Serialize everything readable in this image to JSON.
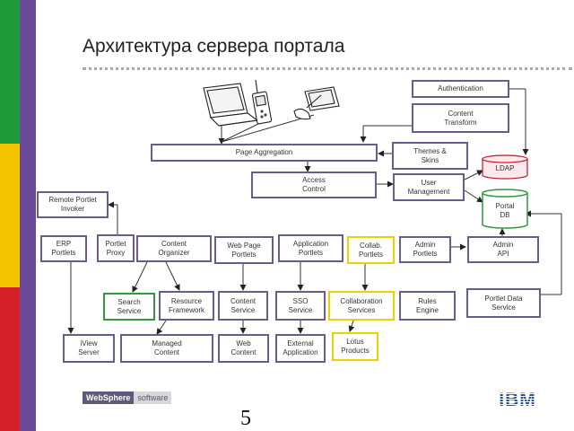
{
  "slide": {
    "title": "Архитектура сервера портала",
    "page_number": "5",
    "footer_brand_bold": "WebSphere",
    "footer_brand_rest": "software",
    "logo_text": "IBM"
  },
  "colors": {
    "strip_green": "#1e9a3a",
    "strip_yellow": "#f5c400",
    "strip_red": "#d3202a",
    "accent_purple": "#6b4a9a",
    "box_border": "#6d5a8e",
    "highlight_yellow": "#f0d000",
    "highlight_green": "#2e9a3c",
    "ibm_blue": "#1f4fa0"
  },
  "devices": [
    "laptop-icon",
    "handheld-icon",
    "pen-tablet-icon"
  ],
  "boxes": {
    "authentication": "Authentication",
    "content_transform": "Content\nTransform",
    "page_aggregation": "Page Aggregation",
    "themes_skins": "Themes &\nSkins",
    "access_control": "Access\nControl",
    "user_management": "User\nManagement",
    "ldap": "LDAP",
    "portal_db": "Portal\nDB",
    "remote_portlet_invoker": "Remote Portlet\nInvoker",
    "erp_portlets": "ERP\nPortlets",
    "portlet_proxy": "Portlet\nProxy",
    "content_organizer": "Content\nOrganizer",
    "web_page_portlets": "Web Page\nPortlets",
    "application_portlets": "Application\nPortlets",
    "collab_portlets": "Collab.\nPortlets",
    "admin_portlets": "Admin\nPortlets",
    "admin_api": "Admin\nAPI",
    "search_service": "Search\nService",
    "resource_framework": "Resource\nFramework",
    "content_service": "Content\nService",
    "sso_service": "SSO\nService",
    "collaboration_services": "Collaboration\nServices",
    "rules_engine": "Rules\nEngine",
    "portlet_data_service": "Portlet Data\nService",
    "iview_server": "iView\nServer",
    "managed_content": "Managed\nContent",
    "web_content": "Web\nContent",
    "external_application": "External\nApplication",
    "lotus_products": "Lotus\nProducts"
  }
}
